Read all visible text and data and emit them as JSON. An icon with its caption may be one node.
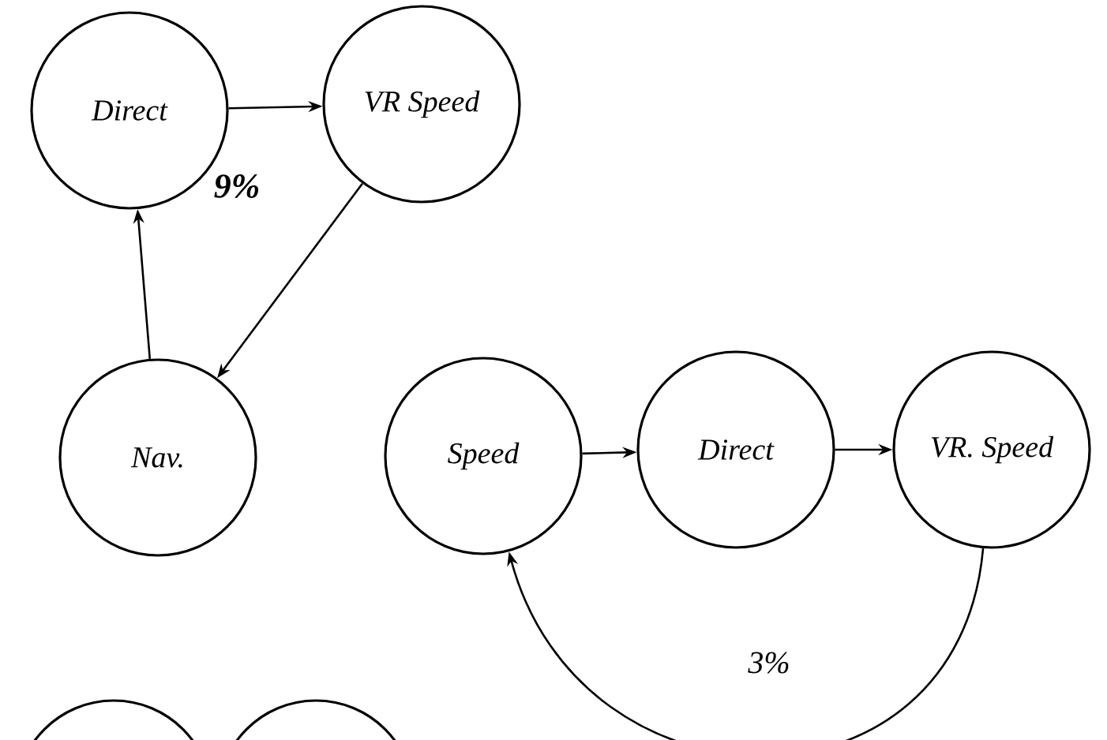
{
  "diagram": {
    "nodes": [
      {
        "text": [
          "Direct"
        ]
      },
      {
        "text": [
          "VR Speed"
        ]
      },
      {
        "text": [
          "Nav."
        ]
      },
      {
        "text": [
          "Speed"
        ]
      },
      {
        "text": [
          "Direct"
        ]
      },
      {
        "text": [
          "VR. Speed"
        ]
      },
      {
        "text": [],
        "shape": "circle"
      },
      {
        "text": [],
        "shape": "circle"
      }
    ],
    "edges": [
      {
        "from": 0,
        "to": 1,
        "arrow": "to"
      },
      {
        "from": 1,
        "to": 2,
        "arrow": "to"
      },
      {
        "from": 2,
        "to": 0,
        "arrow": "to"
      },
      {
        "from": 3,
        "to": 4,
        "arrow": "to"
      },
      {
        "from": 4,
        "to": 5,
        "arrow": "to"
      },
      {
        "from": 5,
        "to": 3,
        "arrow": "to",
        "label": "3%"
      }
    ],
    "labels": [
      "9%"
    ]
  }
}
